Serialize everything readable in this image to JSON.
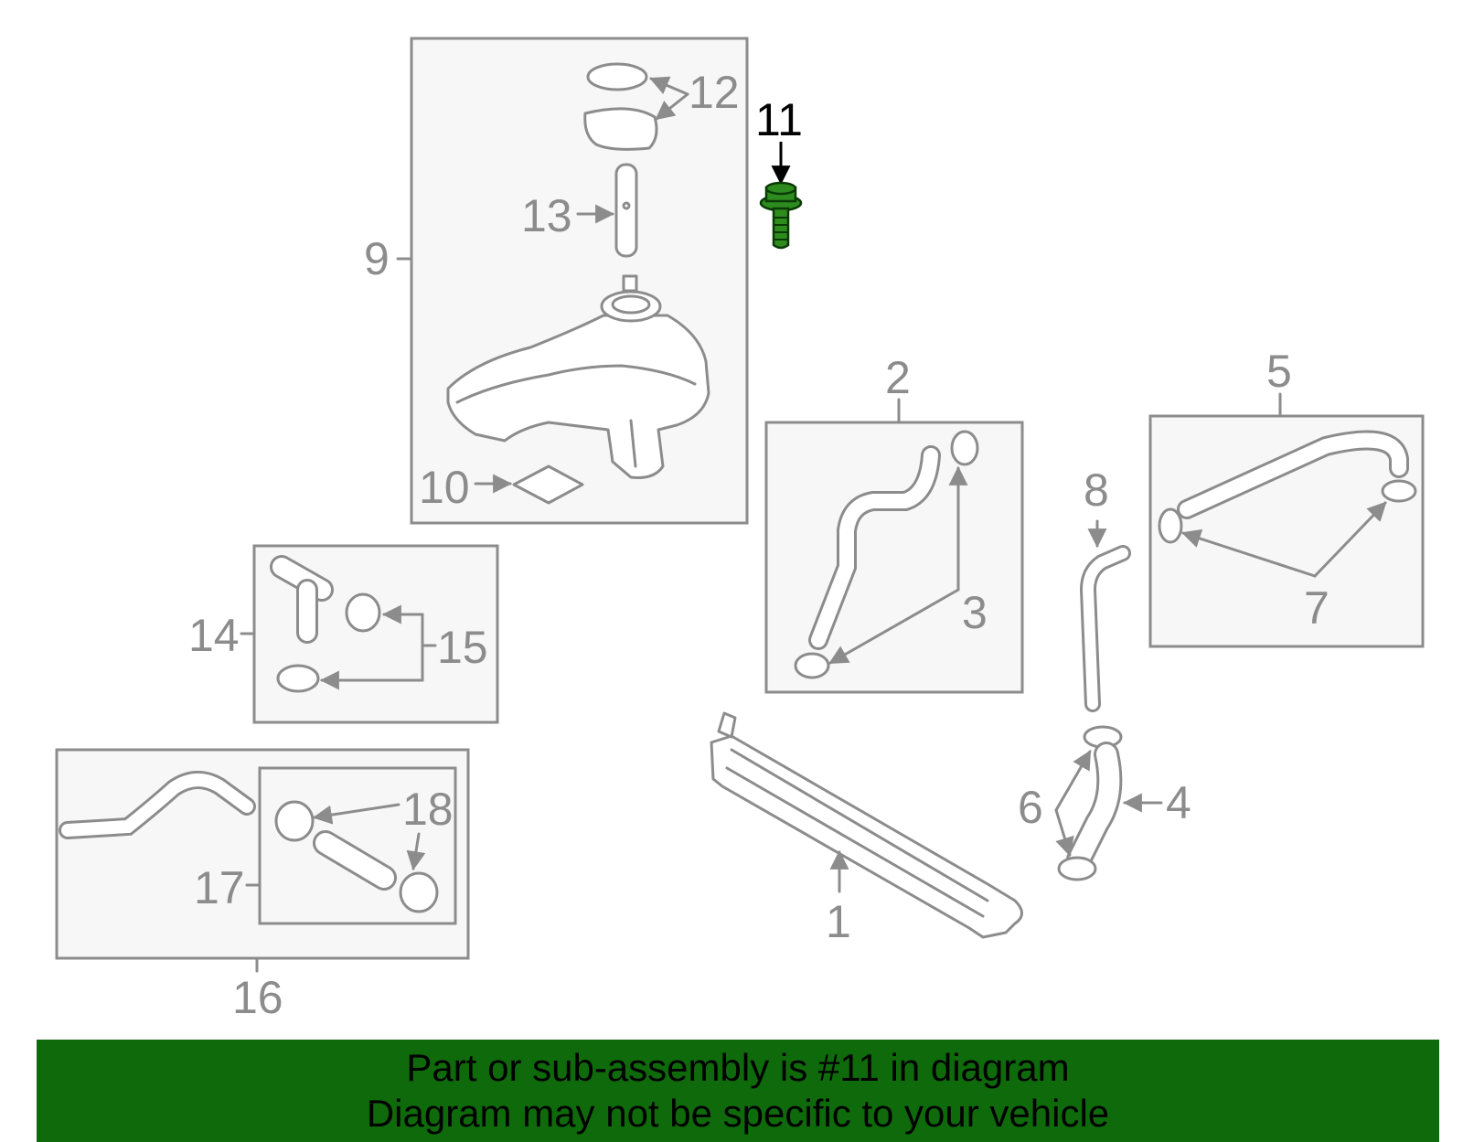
{
  "callouts": {
    "c1": "1",
    "c2": "2",
    "c3": "3",
    "c4": "4",
    "c5": "5",
    "c6": "6",
    "c7": "7",
    "c8": "8",
    "c9": "9",
    "c10": "10",
    "c11": "11",
    "c12": "12",
    "c13": "13",
    "c14": "14",
    "c15": "15",
    "c16": "16",
    "c17": "17",
    "c18": "18"
  },
  "highlight": {
    "part": "11",
    "color": "#2e8b1e"
  },
  "banner": {
    "line1": "Part or sub-assembly is #11 in diagram",
    "line2": "Diagram may not be specific to your vehicle",
    "background": "#0f6a0b"
  }
}
